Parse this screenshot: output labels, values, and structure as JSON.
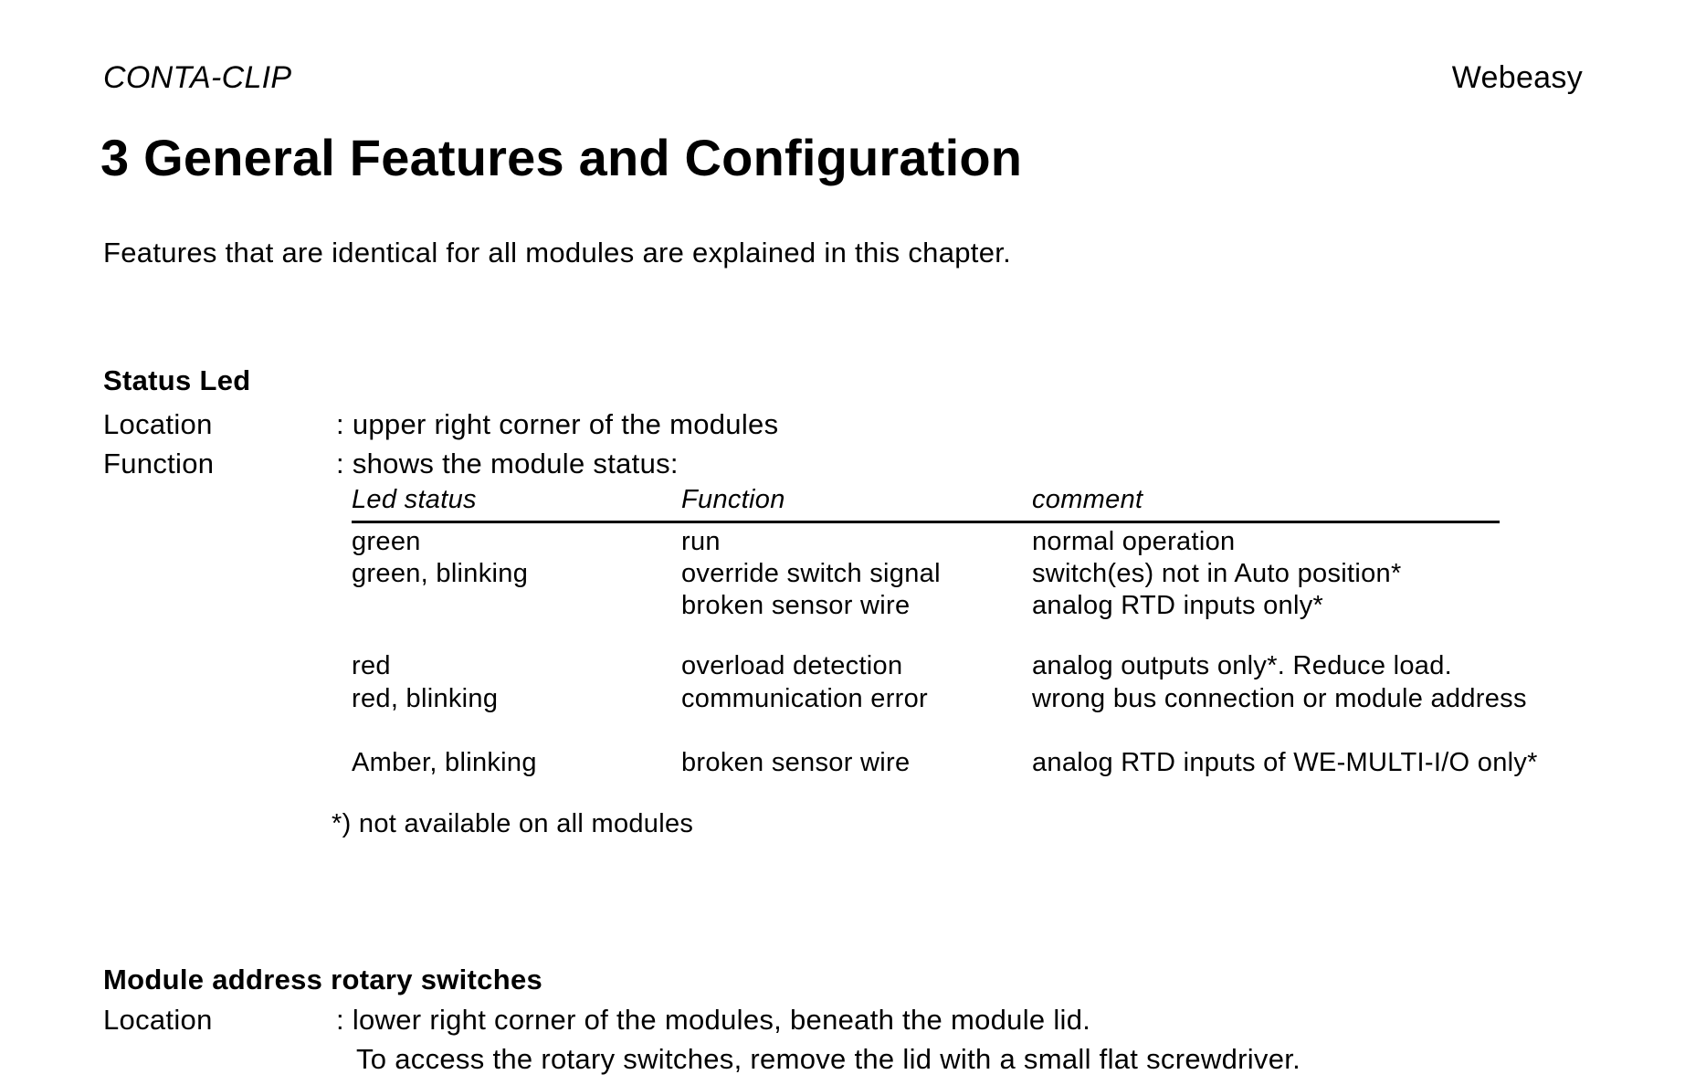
{
  "header": {
    "brand": "CONTA-CLIP",
    "product": "Webeasy"
  },
  "title": "3 General Features and Configuration",
  "intro": "Features that are identical for all modules are explained in this chapter.",
  "status_led": {
    "heading": "Status Led",
    "fields": [
      {
        "label": "Location",
        "value": ": upper right corner of the modules"
      },
      {
        "label": "Function",
        "value": ": shows the module status:"
      }
    ],
    "table": {
      "headers": [
        "Led status",
        "Function",
        "comment"
      ],
      "rows": [
        [
          "green",
          "run",
          "normal operation"
        ],
        [
          "green, blinking",
          "override switch signal",
          "switch(es) not in Auto position*"
        ],
        [
          "",
          "broken sensor wire",
          "analog RTD inputs only*"
        ],
        [
          "red",
          "overload detection",
          "analog outputs only*. Reduce load."
        ],
        [
          "red, blinking",
          "communication error",
          "wrong bus connection or module address"
        ],
        [
          "Amber, blinking",
          "broken sensor wire",
          "analog RTD inputs of WE-MULTI-I/O only*"
        ]
      ]
    },
    "footnote": "*) not available on all modules"
  },
  "rotary_switches": {
    "heading": "Module address rotary switches",
    "field_label": "Location",
    "field_value": ": lower right corner of the modules, beneath the module lid.",
    "field_value_line2": "To access the rotary switches, remove the lid with a small flat screwdriver."
  },
  "colors": {
    "text": "#000000",
    "background": "#ffffff"
  }
}
